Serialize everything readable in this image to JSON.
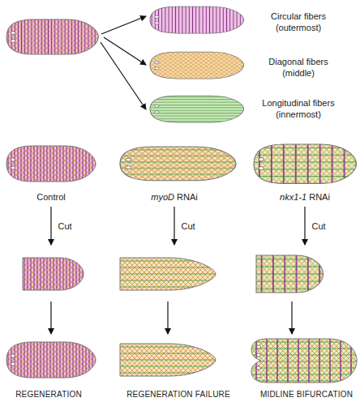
{
  "diagram": {
    "labels": [
      "Circular fibers (outermost)",
      "Diagonal fibers (middle)",
      "Longitudinal fibers (innermost)",
      "Control",
      "myoD RNAi",
      "nkx1-1 RNAi",
      "Cut",
      "Cut",
      "Cut",
      "REGENERATION",
      "REGENERATION FAILURE",
      "MIDLINE BIFURCATION"
    ]
  }
}
